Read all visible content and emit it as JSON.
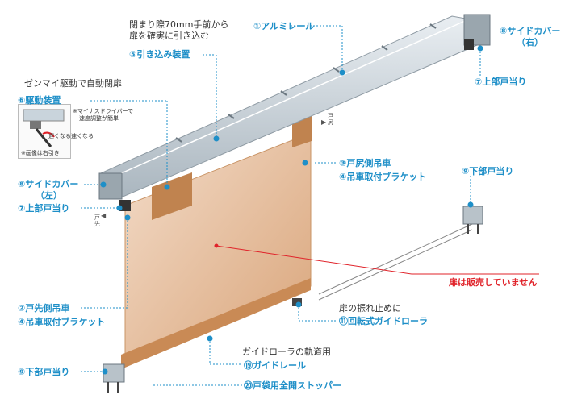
{
  "colors": {
    "accent_blue": "#1e8fc8",
    "sale_red": "#e0232a",
    "door_fill": "#e3b692",
    "rail_silver": "#c9d4dc"
  },
  "labels": {
    "closing_note_line1": "閉まり際70mm手前から",
    "closing_note_line2": "扉を確実に引き込む",
    "pull_in": "⑤引き込み装置",
    "aluminum_rail": "①アルミレール",
    "side_cover_right_line1": "⑧サイドカバー",
    "side_cover_right_line2": "（右）",
    "upper_stop_right": "⑦上部戸当り",
    "spring_note": "ゼンマイ駆動で自動閉扉",
    "drive_unit": "⑥駆動装置",
    "driver_note_line1": "※マイナスドライバーで",
    "driver_note_line2": "速度調整が簡単",
    "fast": "速くなる",
    "slow": "遅くなる",
    "inset_caption": "※画像は右引き",
    "side_cover_left_line1": "⑧サイドカバー",
    "side_cover_left_line2": "（左）",
    "upper_stop_left": "⑦上部戸当り",
    "door_tail": "戸尻",
    "door_tip": "戸先",
    "tail_hanger": "③戸尻側吊車",
    "tail_bracket": "④吊車取付ブラケット",
    "lower_stop_right": "⑨下部戸当り",
    "not_sold": "扉は販売していません",
    "tip_hanger": "②戸先側吊車",
    "tip_bracket": "④吊車取付ブラケット",
    "sway_note": "扉の振れ止めに",
    "guide_roller": "⑪回転式ガイドローラ",
    "track_note": "ガイドローラの軌道用",
    "guide_rail": "⑲ガイドレール",
    "lower_stop_left": "⑨下部戸当り",
    "full_open_stopper": "⑳戸袋用全開ストッパー"
  }
}
